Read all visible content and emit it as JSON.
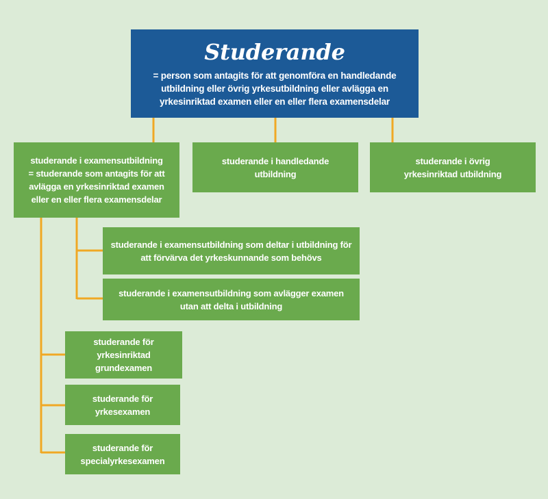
{
  "colors": {
    "background": "#dcebd7",
    "top_box": "#1c5a97",
    "green_box": "#6aaa4d",
    "connector": "#f0a824",
    "text": "#ffffff"
  },
  "top": {
    "title": "Studerande",
    "definition": "= person som antagits för att genomföra en handledande utbildning eller övrig yrkesutbildning eller avlägga en yrkesinriktad examen eller en eller flera examensdelar"
  },
  "level1": {
    "exam": {
      "title": "studerande i examensutbildning",
      "definition": "= studerande som antagits för att avlägga en yrkesinriktad examen eller en eller flera examensdelar"
    },
    "guiding": "studerande i handledande utbildning",
    "other": "studerande i övrig yrkesinriktad utbildning"
  },
  "level2": {
    "participating": "studerande i examensutbildning som deltar i utbildning för att förvärva det yrkeskunnande som behövs",
    "without_training": "studerande i examensutbildning som avlägger examen utan att delta i utbildning"
  },
  "level3": {
    "vocational_upper": "studerande för yrkesinriktad grundexamen",
    "further_vocational": "studerande för yrkesexamen",
    "specialist_vocational": "studerande för specialyrkesexamen"
  }
}
